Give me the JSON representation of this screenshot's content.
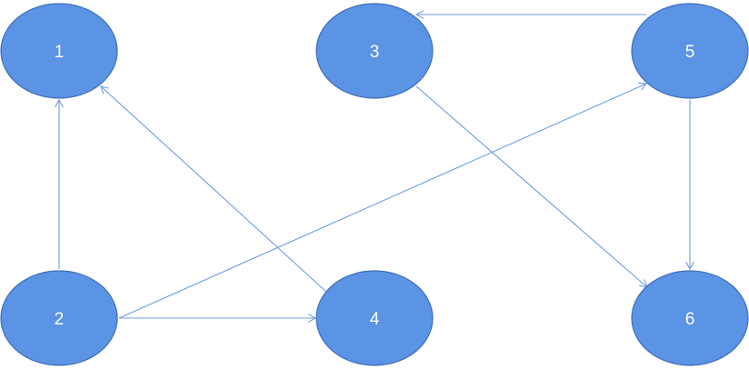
{
  "colors": {
    "node_fill": "#5b93e5",
    "node_stroke": "#3f6fb3",
    "edge": "#6f9be6",
    "label": "#ffffff"
  },
  "nodes": [
    {
      "id": "1",
      "label": "1"
    },
    {
      "id": "2",
      "label": "2"
    },
    {
      "id": "3",
      "label": "3"
    },
    {
      "id": "4",
      "label": "4"
    },
    {
      "id": "5",
      "label": "5"
    },
    {
      "id": "6",
      "label": "6"
    }
  ],
  "edges": [
    {
      "from": "2",
      "to": "1"
    },
    {
      "from": "4",
      "to": "1"
    },
    {
      "from": "2",
      "to": "4"
    },
    {
      "from": "2",
      "to": "5"
    },
    {
      "from": "5",
      "to": "3"
    },
    {
      "from": "3",
      "to": "6"
    },
    {
      "from": "5",
      "to": "6"
    }
  ]
}
